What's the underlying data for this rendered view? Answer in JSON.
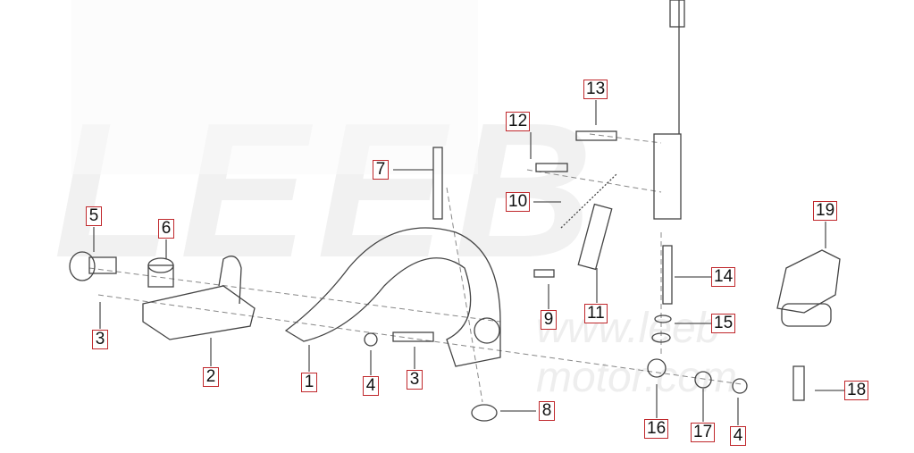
{
  "watermark": {
    "logo": "LEEB",
    "url": "www.leeb-motor.com"
  },
  "colors": {
    "label_border": "#c0282c",
    "line": "#555555"
  },
  "labels": [
    {
      "id": "5",
      "text": "5"
    },
    {
      "id": "6",
      "text": "6"
    },
    {
      "id": "3a",
      "text": "3"
    },
    {
      "id": "2",
      "text": "2"
    },
    {
      "id": "1",
      "text": "1"
    },
    {
      "id": "4a",
      "text": "4"
    },
    {
      "id": "3b",
      "text": "3"
    },
    {
      "id": "7",
      "text": "7"
    },
    {
      "id": "12",
      "text": "12"
    },
    {
      "id": "13",
      "text": "13"
    },
    {
      "id": "10",
      "text": "10"
    },
    {
      "id": "9",
      "text": "9"
    },
    {
      "id": "11",
      "text": "11"
    },
    {
      "id": "8",
      "text": "8"
    },
    {
      "id": "14",
      "text": "14"
    },
    {
      "id": "15",
      "text": "15"
    },
    {
      "id": "16",
      "text": "16"
    },
    {
      "id": "17",
      "text": "17"
    },
    {
      "id": "4b",
      "text": "4"
    },
    {
      "id": "19",
      "text": "19"
    },
    {
      "id": "18",
      "text": "18"
    }
  ]
}
